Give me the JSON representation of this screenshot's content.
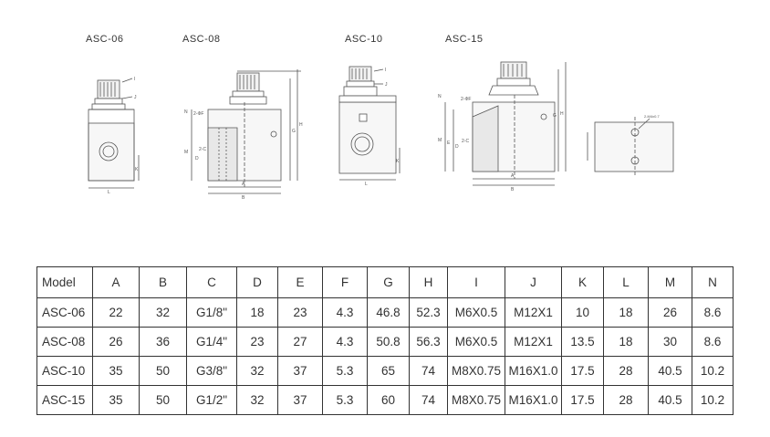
{
  "models": [
    {
      "label": "ASC-06"
    },
    {
      "label": "ASC-08"
    },
    {
      "label": "ASC-10"
    },
    {
      "label": "ASC-15"
    }
  ],
  "table": {
    "headers": [
      "Model",
      "A",
      "B",
      "C",
      "D",
      "E",
      "F",
      "G",
      "H",
      "I",
      "J",
      "K",
      "L",
      "M",
      "N"
    ],
    "rows": [
      [
        "ASC-06",
        "22",
        "32",
        "G1/8\"",
        "18",
        "23",
        "4.3",
        "46.8",
        "52.3",
        "M6X0.5",
        "M12X1",
        "10",
        "18",
        "26",
        "8.6"
      ],
      [
        "ASC-08",
        "26",
        "36",
        "G1/4\"",
        "23",
        "27",
        "4.3",
        "50.8",
        "56.3",
        "M6X0.5",
        "M12X1",
        "13.5",
        "18",
        "30",
        "8.6"
      ],
      [
        "ASC-10",
        "35",
        "50",
        "G3/8\"",
        "32",
        "37",
        "5.3",
        "65",
        "74",
        "M8X0.75",
        "M16X1.0",
        "17.5",
        "28",
        "40.5",
        "10.2"
      ],
      [
        "ASC-15",
        "35",
        "50",
        "G1/2\"",
        "32",
        "37",
        "5.3",
        "60",
        "74",
        "M8X0.75",
        "M16X1.0",
        "17.5",
        "28",
        "40.5",
        "10.2"
      ]
    ]
  },
  "drawing_labels": {
    "i": "I",
    "j": "J",
    "k": "K",
    "l": "L",
    "a": "A",
    "b": "B",
    "c": "2-C",
    "d": "D",
    "e": "E",
    "f": "2-ΦF",
    "g": "G",
    "h": "H",
    "m": "M",
    "n": "N",
    "mount": "2-M4x0.7"
  }
}
